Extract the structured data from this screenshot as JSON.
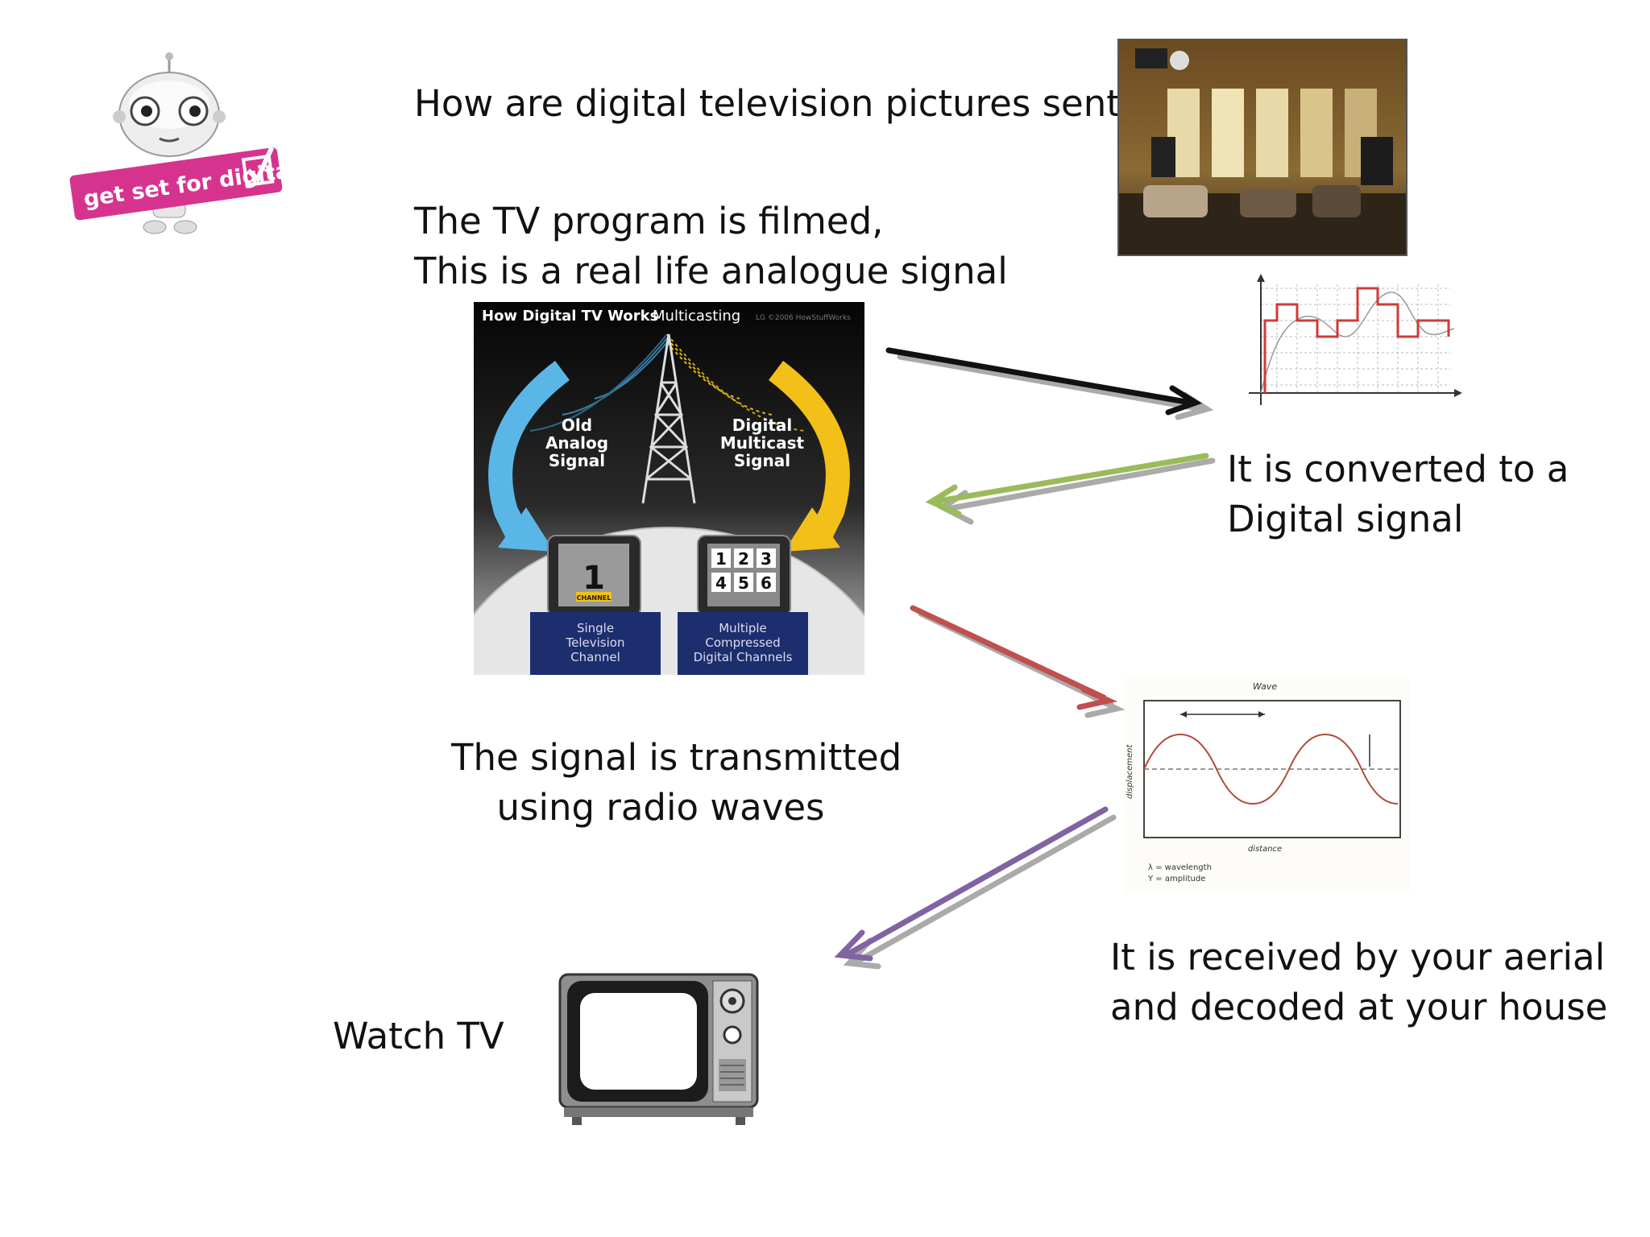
{
  "slide": {
    "heading": "How are digital television pictures sent?",
    "step1": [
      "The TV program is filmed,",
      "This is a real life analogue signal"
    ],
    "step2": [
      "It is converted to a",
      "Digital signal"
    ],
    "step3": [
      "The signal is transmitted",
      "using radio waves"
    ],
    "step4": [
      "It is received by your aerial",
      "and decoded at your house"
    ],
    "step5": "Watch TV"
  },
  "logo": {
    "text": "get set for digital"
  },
  "infographic": {
    "title": "How Digital TV Works",
    "subtitle": "Multicasting",
    "credit": "LG ©2006 HowStuffWorks",
    "left_arc": [
      "Old",
      "Analog",
      "Signal"
    ],
    "right_arc": [
      "Digital",
      "Multicast",
      "Signal"
    ],
    "left_box": [
      "Single",
      "Television",
      "Channel"
    ],
    "right_box": [
      "Multiple",
      "Compressed",
      "Digital Channels"
    ],
    "left_badge": "CHANNEL",
    "left_number": "1",
    "channel_numbers": [
      "1",
      "2",
      "3",
      "4",
      "5",
      "6"
    ]
  },
  "wave_figure": {
    "title": "Wave",
    "ylabel": "displacement",
    "xlabel": "distance",
    "legend": [
      "λ = wavelength",
      "Y = amplitude"
    ]
  },
  "colors": {
    "arrow1": "#111111",
    "arrow2": "#9bbb59",
    "arrow3": "#c0504d",
    "arrow4": "#8064a2",
    "logo_pink": "#d6338f"
  }
}
